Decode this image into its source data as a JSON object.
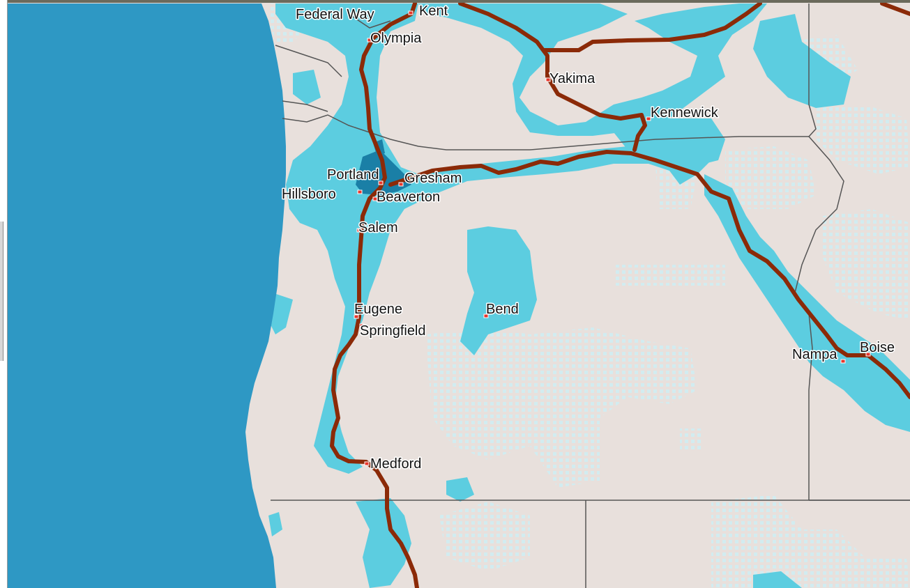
{
  "map": {
    "colors": {
      "ocean": "#2e98c4",
      "land": "#e8e0dc",
      "coverage": "#5ccde0",
      "coverage_dense": "#1a7fa6",
      "coverage_dotted": "#d2ecf0",
      "highway": "#8b2a08",
      "boundary": "#555555",
      "city_marker": "#e8352b"
    },
    "cities": [
      {
        "name": "Federal Way"
      },
      {
        "name": "Kent"
      },
      {
        "name": "Olympia"
      },
      {
        "name": "Yakima"
      },
      {
        "name": "Kennewick"
      },
      {
        "name": "Portland"
      },
      {
        "name": "Gresham"
      },
      {
        "name": "Hillsboro"
      },
      {
        "name": "Beaverton"
      },
      {
        "name": "Salem"
      },
      {
        "name": "Eugene"
      },
      {
        "name": "Springfield"
      },
      {
        "name": "Bend"
      },
      {
        "name": "Medford"
      },
      {
        "name": "Nampa"
      },
      {
        "name": "Boise"
      }
    ]
  }
}
